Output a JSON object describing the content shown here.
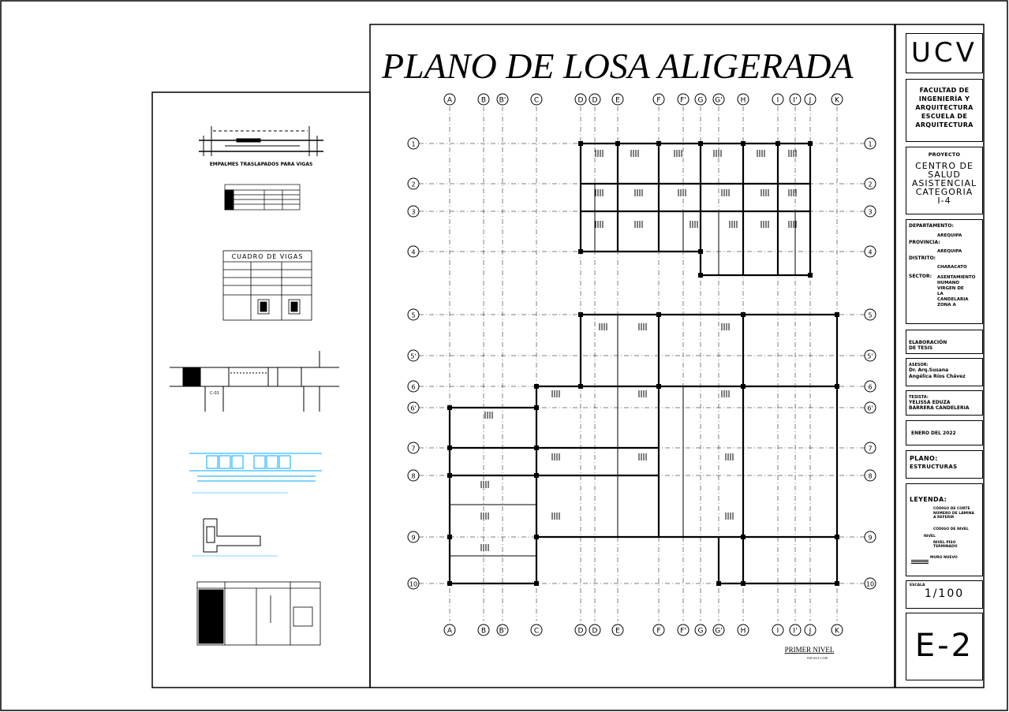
{
  "drawing": {
    "title": "PLANO DE LOSA ALIGERADA",
    "plan_caption": "PRIMER NIVEL",
    "plan_scale": "ESCALA 1:100"
  },
  "grid": {
    "columns": [
      "A",
      "B",
      "B'",
      "C",
      "D",
      "D",
      "E",
      "F",
      "F'",
      "G",
      "G'",
      "H",
      "I",
      "I'",
      "J",
      "K"
    ],
    "rows": [
      "1",
      "2",
      "3",
      "4",
      "5",
      "5'",
      "6",
      "6'",
      "7",
      "8",
      "9",
      "10"
    ]
  },
  "details": {
    "splice_title": "EMPALMES TRASLAPADOS PARA VIGAS",
    "beam_table_title": "CUADRO DE VIGAS",
    "beam_label": "C-01"
  },
  "title_block": {
    "logo": "UCV",
    "faculty": [
      "FACULTAD DE",
      "INGENIERÍA Y",
      "ARQUITECTURA",
      "ESCUELA DE",
      "ARQUITECTURA"
    ],
    "project_label": "PROYECTO",
    "project_name": [
      "CENTRO DE",
      "SALUD",
      "ASISTENCIAL",
      "CATEGORIA",
      "I-4"
    ],
    "departamento_label": "DEPARTAMENTO:",
    "departamento": "AREQUIPA",
    "provincia_label": "PROVINCIA:",
    "provincia": "AREQUIPA",
    "distrito_label": "DISTRITO:",
    "distrito": "CHARACATO",
    "sector_label": "SECTOR:",
    "sector": [
      "ASENTAMIENTO",
      "HUMANO",
      "VIRGEN DE",
      "LA",
      "CANDELARIA",
      "ZONA A"
    ],
    "elaboracion": [
      "ELABORACIÓN",
      "DE TESIS"
    ],
    "asesor_label": "ASESOR:",
    "asesor": [
      "Dr. Arq.Susana",
      "Angélica Ríos Chávez"
    ],
    "tesista_label": "TESISTA:",
    "tesista": [
      "YELISSA EDUZA",
      "BARRERA CANDELERIA"
    ],
    "fecha": "ENERO DEL 2022",
    "plano_label": "PLANO:",
    "plano": "ESTRUCTURAS",
    "leyenda_label": "LEYENDA:",
    "leyenda": [
      "CÓDIGO DE CORTE",
      "NÚMERO DE LÁMINA",
      "A REFERIR",
      "CÓDIGO DE NIVEL",
      "NIVEL",
      "NIVEL PISO TERMINADO",
      "MURO NUEVO"
    ],
    "escala_label": "ESCALA",
    "escala": "1/100",
    "sheet": "E-2"
  },
  "colors": {
    "ink": "#000000",
    "detail_blue": "#00aaff",
    "paper": "#ffffff"
  }
}
